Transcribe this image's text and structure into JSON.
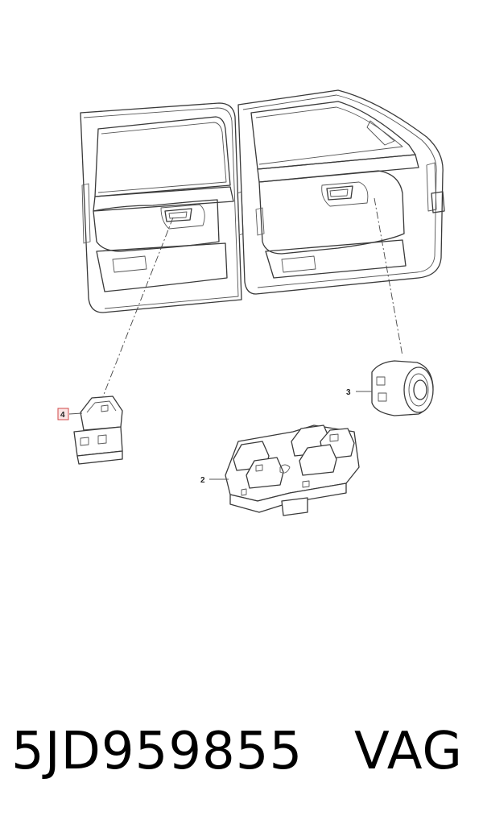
{
  "diagram": {
    "callouts": [
      {
        "label": "4",
        "highlighted": true
      },
      {
        "label": "3",
        "highlighted": false
      },
      {
        "label": "2",
        "highlighted": false
      }
    ]
  },
  "footer": {
    "part_number": "5JD959855",
    "brand": "VAG"
  },
  "colors": {
    "line": "#3a3a3a",
    "highlight_fill": "#fbe4e4",
    "highlight_border": "#d04848",
    "text": "#000000"
  }
}
